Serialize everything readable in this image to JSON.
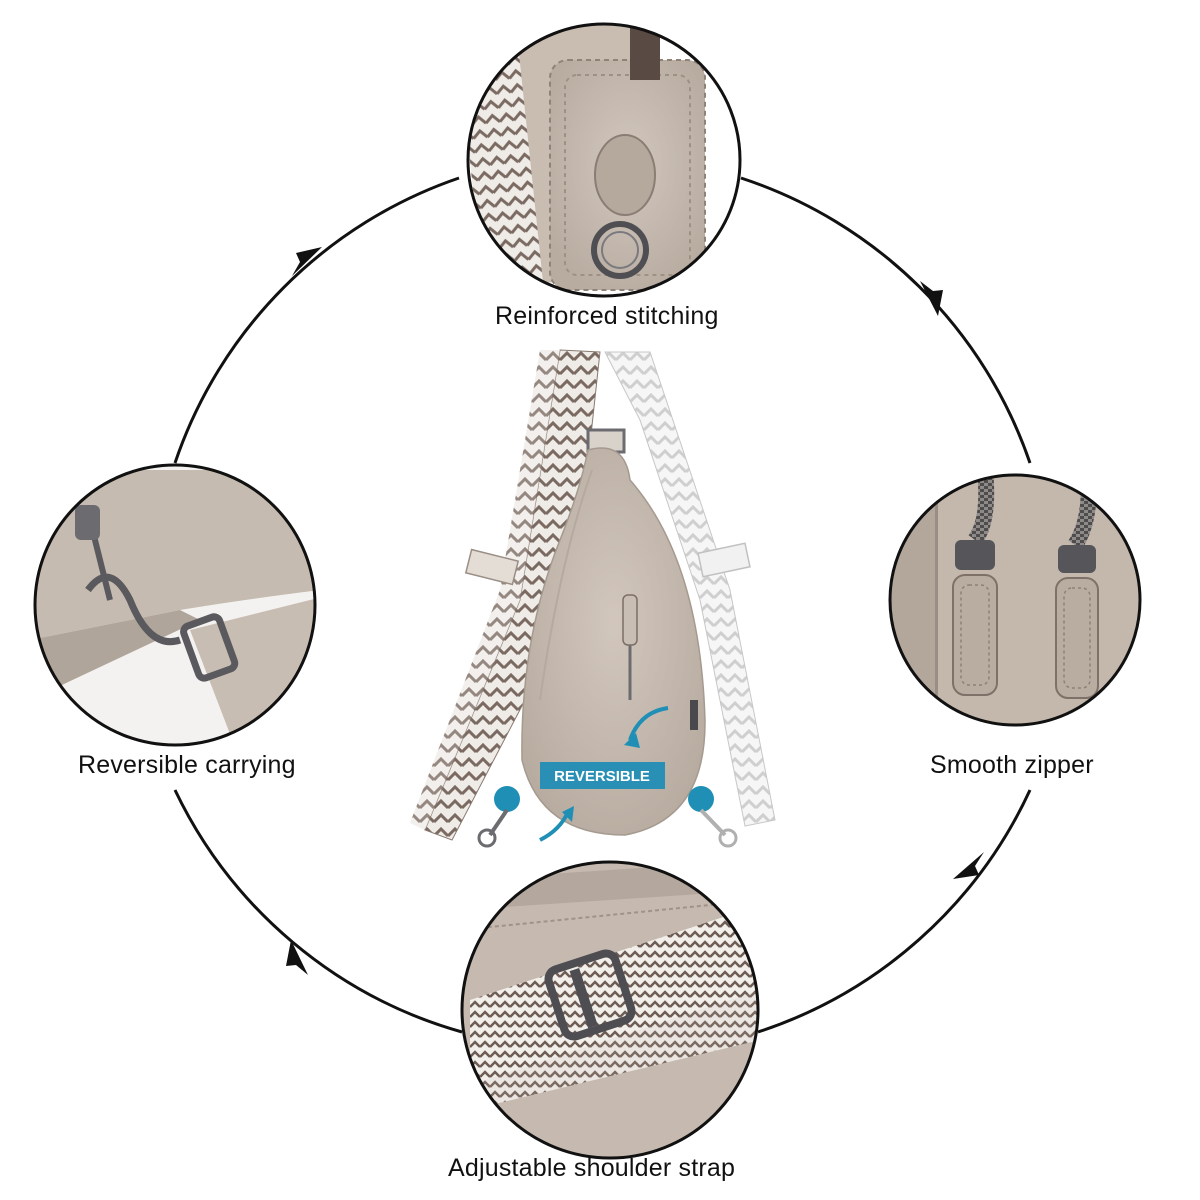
{
  "features": {
    "top": {
      "caption": "Reinforced stitching"
    },
    "right": {
      "caption": "Smooth zipper"
    },
    "left": {
      "caption": "Reversible carrying"
    },
    "bottom": {
      "caption": "Adjustable shoulder strap"
    }
  },
  "product": {
    "badge": "REVERSIBLE"
  },
  "colors": {
    "leather": "#c8bcb1",
    "leather_dark": "#a99d92",
    "accent_teal": "#1f8fb5",
    "strap_brown": "#7a6a62",
    "strap_light": "#d8d8d8",
    "metal": "#5e5e62",
    "outline": "#111111"
  }
}
